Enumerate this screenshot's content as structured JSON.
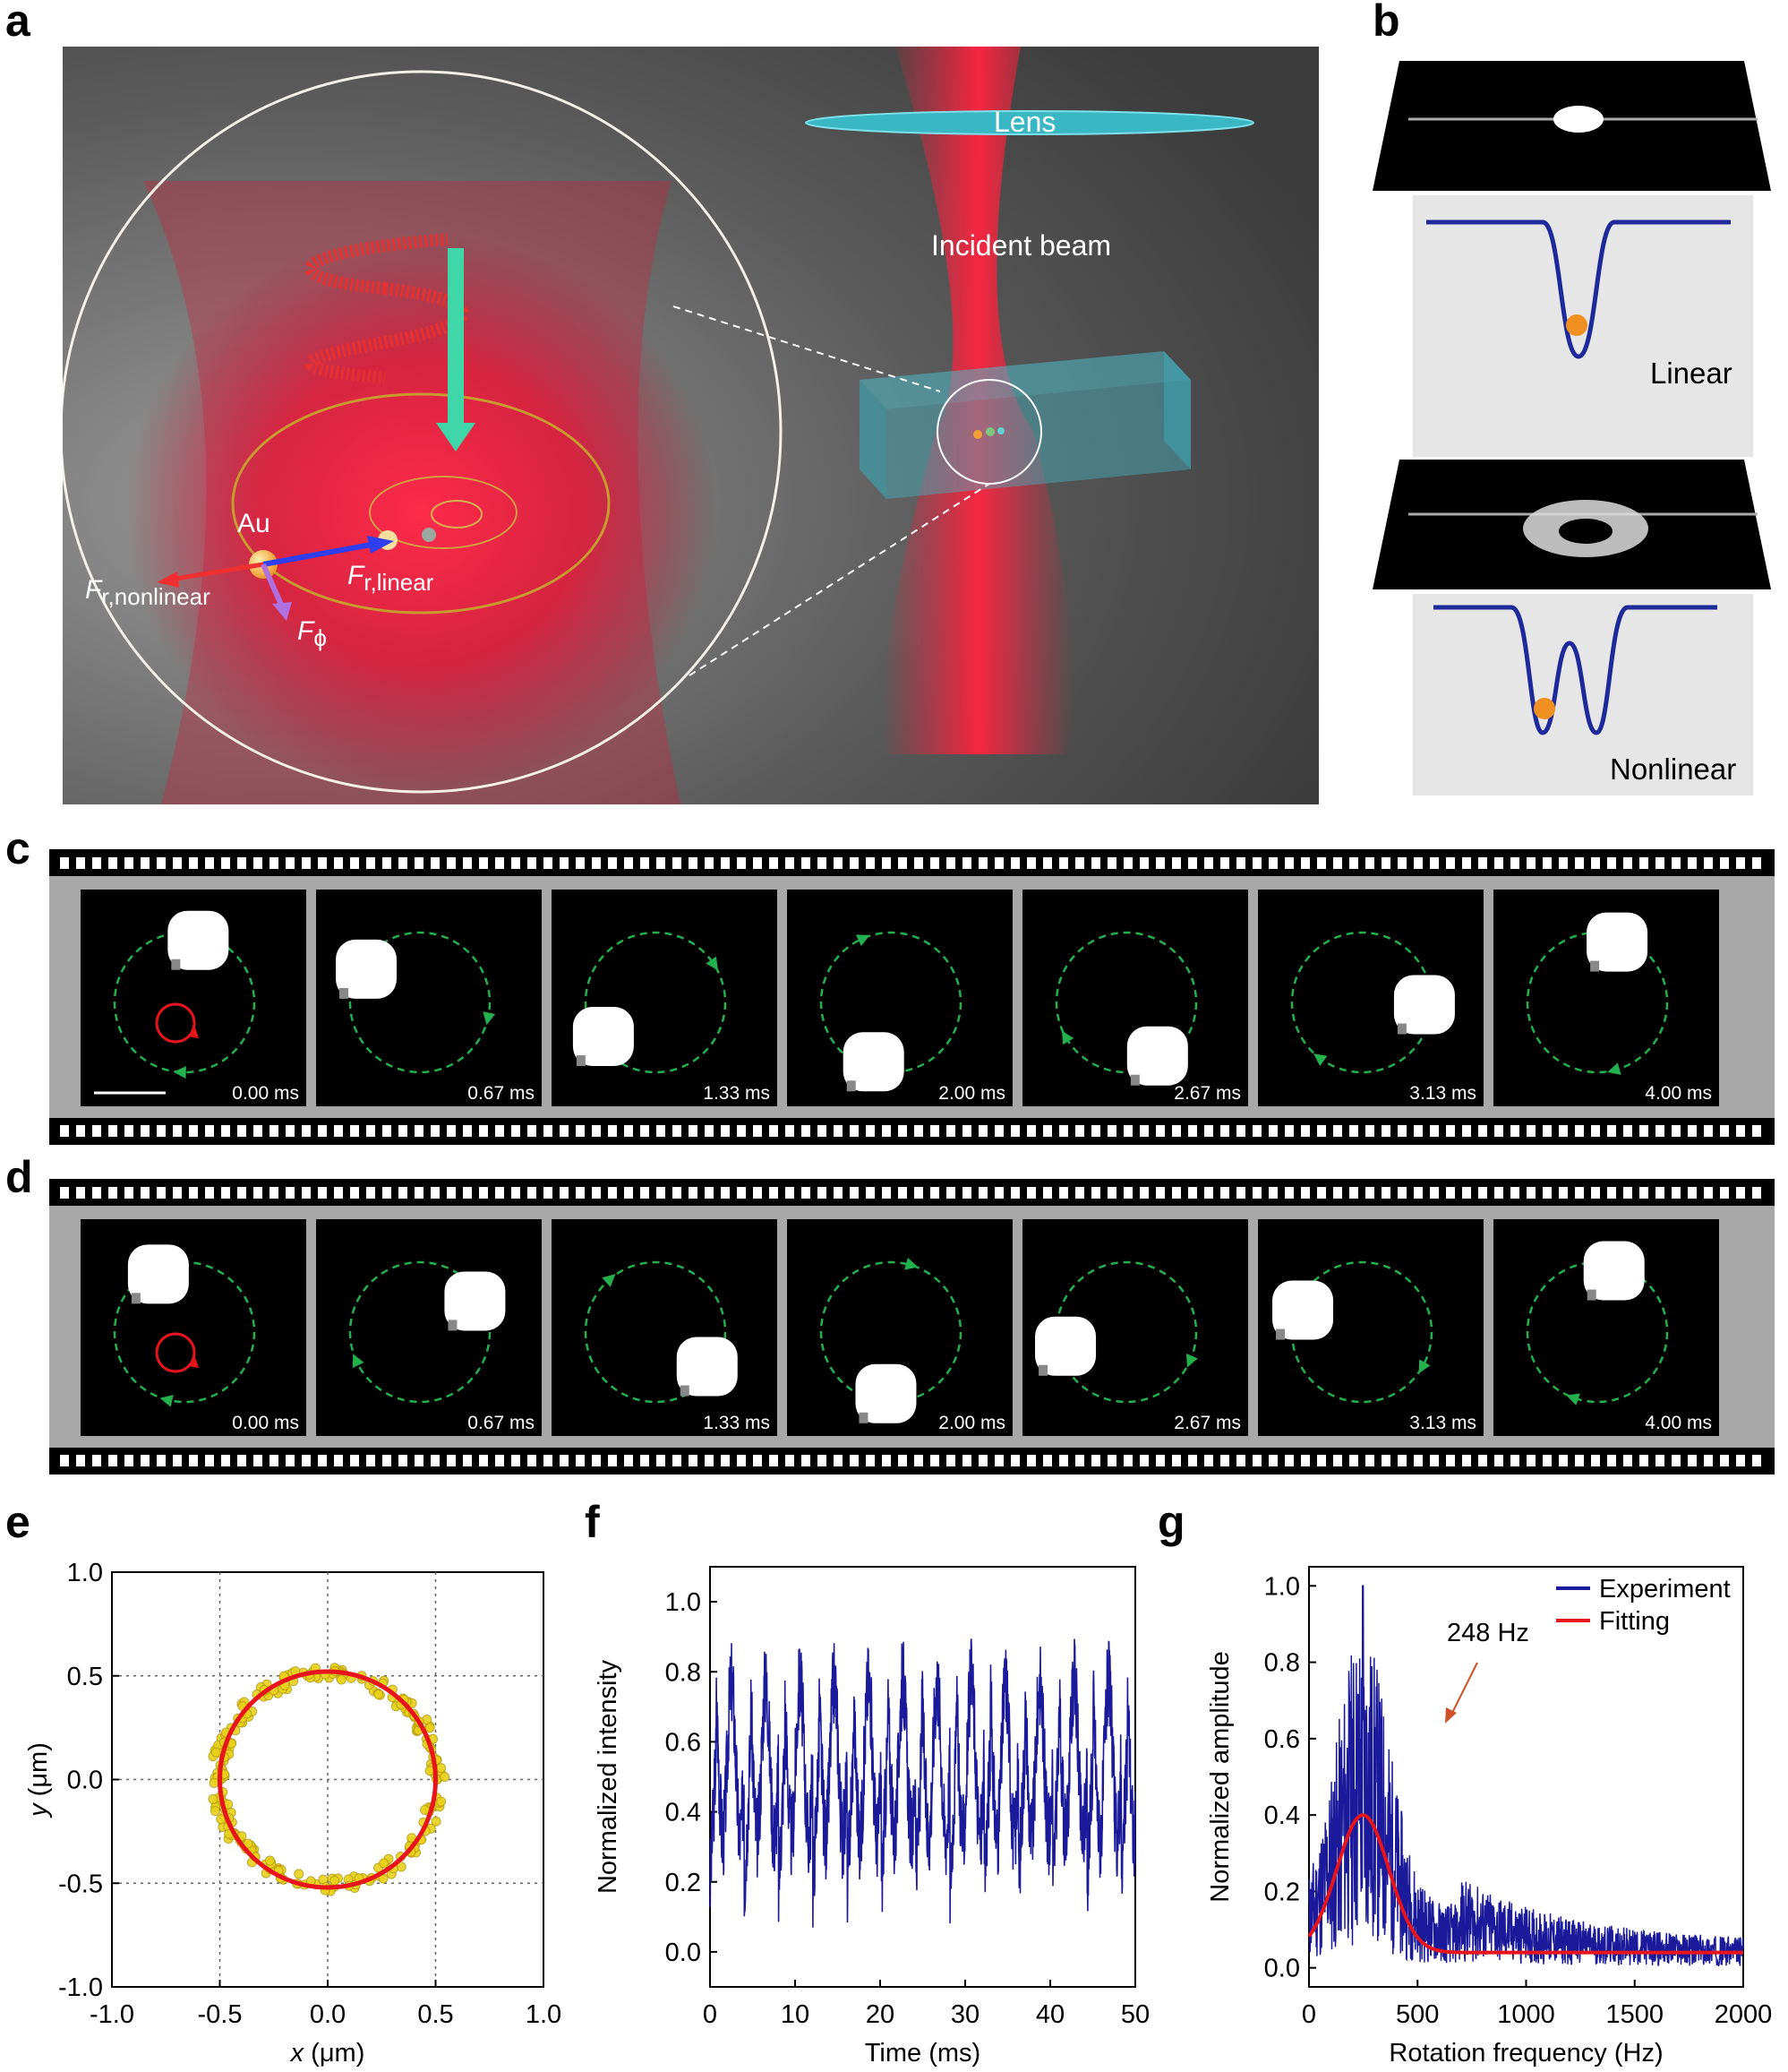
{
  "panel_labels": {
    "a": "a",
    "b": "b",
    "c": "c",
    "d": "d",
    "e": "e",
    "f": "f",
    "g": "g"
  },
  "panel_a": {
    "lens": "Lens",
    "incident_beam": "Incident beam",
    "au": "Au",
    "f_r_linear_main": "F",
    "f_r_linear_sub": "r,linear",
    "f_r_nonlinear_main": "F",
    "f_r_nonlinear_sub": "r,nonlinear",
    "f_phi_main": "F",
    "f_phi_sub": "ϕ"
  },
  "panel_b": {
    "linear": "Linear",
    "nonlinear": "Nonlinear"
  },
  "filmstrip_times": [
    "0.00 ms",
    "0.67 ms",
    "1.33 ms",
    "2.00 ms",
    "2.67 ms",
    "3.13 ms",
    "4.00 ms"
  ],
  "colors": {
    "blue_trace": "#1a1a9a",
    "red_fit": "#e8141c",
    "yellow_points": "#e8d21a",
    "green_dash": "#22b14c",
    "beam_red": "#e8203a",
    "cyan": "#3ab7c4"
  },
  "chart_data": [
    {
      "id": "e",
      "type": "scatter",
      "xlabel_italic": "x",
      "xlabel_unit": " (μm)",
      "ylabel_italic": "y",
      "ylabel_unit": " (μm)",
      "xlim": [
        -1.0,
        1.0
      ],
      "ylim": [
        -1.0,
        1.0
      ],
      "xticks": [
        "-1.0",
        "-0.5",
        "0.0",
        "0.5",
        "1.0"
      ],
      "yticks": [
        "-1.0",
        "-0.5",
        "0.0",
        "0.5",
        "1.0"
      ],
      "grid": "dotted",
      "series": [
        {
          "values": "points along circle of radius ~0.52 μm centred at origin"
        },
        {
          "values": "circle radius 0.5 μm"
        }
      ]
    },
    {
      "id": "f",
      "type": "line",
      "xlabel": "Time (ms)",
      "ylabel": "Normalized intensity",
      "xlim": [
        0,
        50
      ],
      "ylim": [
        -0.1,
        1.1
      ],
      "xticks": [
        "0",
        "10",
        "20",
        "30",
        "40",
        "50"
      ],
      "yticks": [
        "0.0",
        "0.2",
        "0.4",
        "0.6",
        "0.8",
        "1.0"
      ],
      "period_ms": 4.03,
      "range": [
        0.05,
        0.91
      ]
    },
    {
      "id": "g",
      "type": "line",
      "xlabel": "Rotation frequency (Hz)",
      "ylabel": "Normalized amplitude",
      "xlim": [
        0,
        2000
      ],
      "ylim": [
        -0.05,
        1.05
      ],
      "xticks": [
        "0",
        "500",
        "1000",
        "1500",
        "2000"
      ],
      "yticks": [
        "0.0",
        "0.2",
        "0.4",
        "0.6",
        "0.8",
        "1.0"
      ],
      "legend": [
        "Experiment",
        "Fitting"
      ],
      "legend_position": "top-right",
      "annotation": "248 Hz",
      "fit": {
        "center_hz": 248,
        "peak": 0.4,
        "baseline": 0.04,
        "sigma_hz": 120
      }
    }
  ]
}
